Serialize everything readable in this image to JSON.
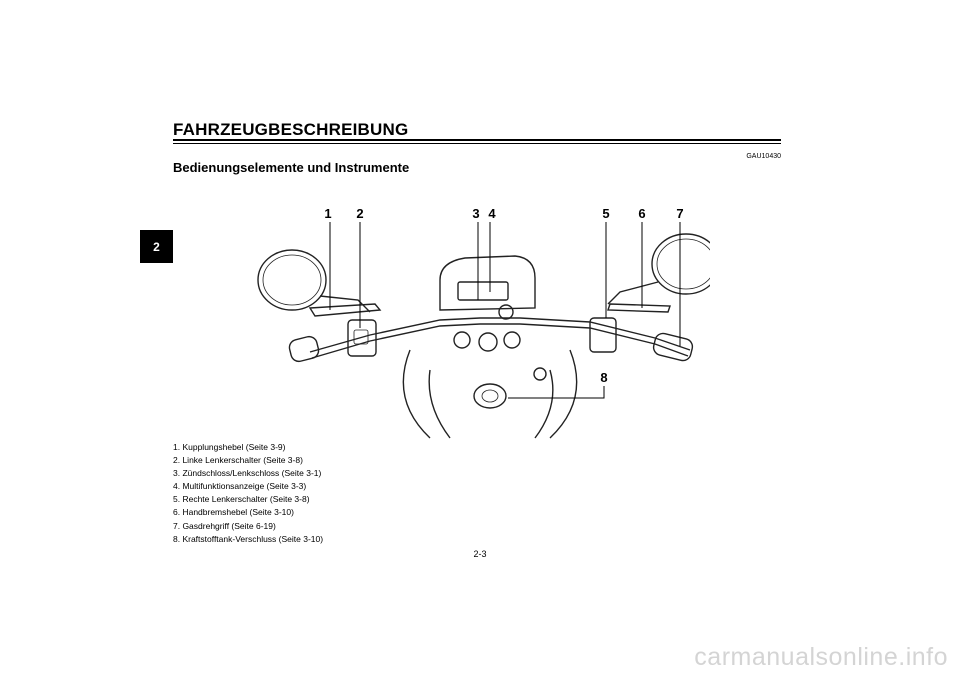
{
  "chapter_tab": "2",
  "header": {
    "title": "FAHRZEUGBESCHREIBUNG",
    "code": "GAU10430",
    "subtitle": "Bedienungselemente und Instrumente"
  },
  "figure": {
    "callouts": [
      "1",
      "2",
      "3",
      "4",
      "5",
      "6",
      "7",
      "8"
    ]
  },
  "legend": [
    "1. Kupplungshebel (Seite 3-9)",
    "2. Linke Lenkerschalter (Seite 3-8)",
    "3. Zündschloss/Lenkschloss (Seite 3-1)",
    "4. Multifunktionsanzeige (Seite 3-3)",
    "5. Rechte Lenkerschalter (Seite 3-8)",
    "6. Handbremshebel (Seite 3-10)",
    "7. Gasdrehgriff (Seite 6-19)",
    "8. Kraftstofftank-Verschluss (Seite 3-10)"
  ],
  "page_number": "2-3",
  "watermark": "carmanualsonline.info"
}
